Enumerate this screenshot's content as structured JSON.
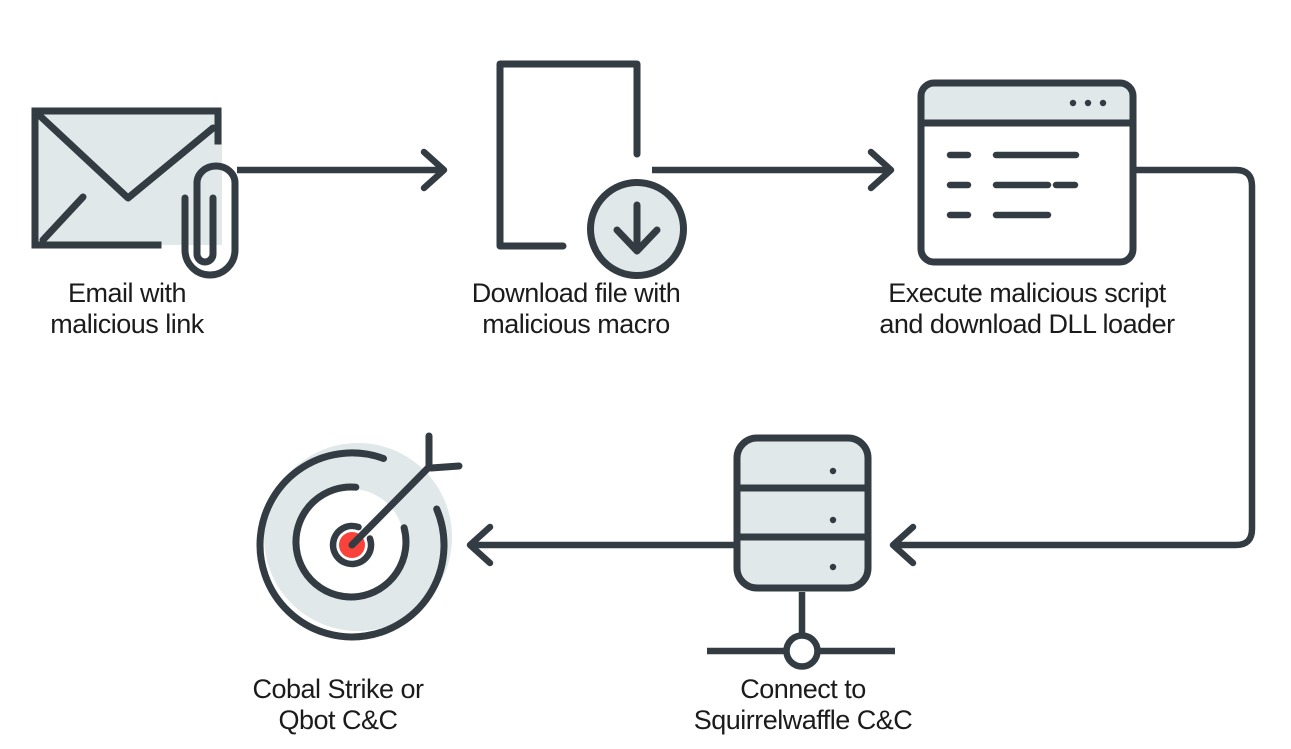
{
  "diagram": {
    "description": "Malware infection chain flow diagram",
    "colors": {
      "ink": "#333B43",
      "mist": "#E1E8E9",
      "red": "#F9423A",
      "text": "#1B1B1B",
      "background": "#FFFFFF"
    },
    "steps": [
      {
        "icon": "email-attachment-icon",
        "label_line1": "Email with",
        "label_line2": "malicious link"
      },
      {
        "icon": "download-file-icon",
        "label_line1": "Download file with",
        "label_line2": "malicious macro"
      },
      {
        "icon": "browser-script-icon",
        "label_line1": "Execute malicious script",
        "label_line2": "and download DLL loader"
      },
      {
        "icon": "server-icon",
        "label_line1": "Connect to",
        "label_line2": "Squirrelwaffle C&C"
      },
      {
        "icon": "target-icon",
        "label_line1": "Cobal Strike or",
        "label_line2": "Qbot C&C"
      }
    ],
    "arrows": [
      {
        "from": "email",
        "to": "download-file"
      },
      {
        "from": "download-file",
        "to": "browser-script"
      },
      {
        "from": "browser-script",
        "to": "server"
      },
      {
        "from": "server",
        "to": "target"
      }
    ]
  }
}
